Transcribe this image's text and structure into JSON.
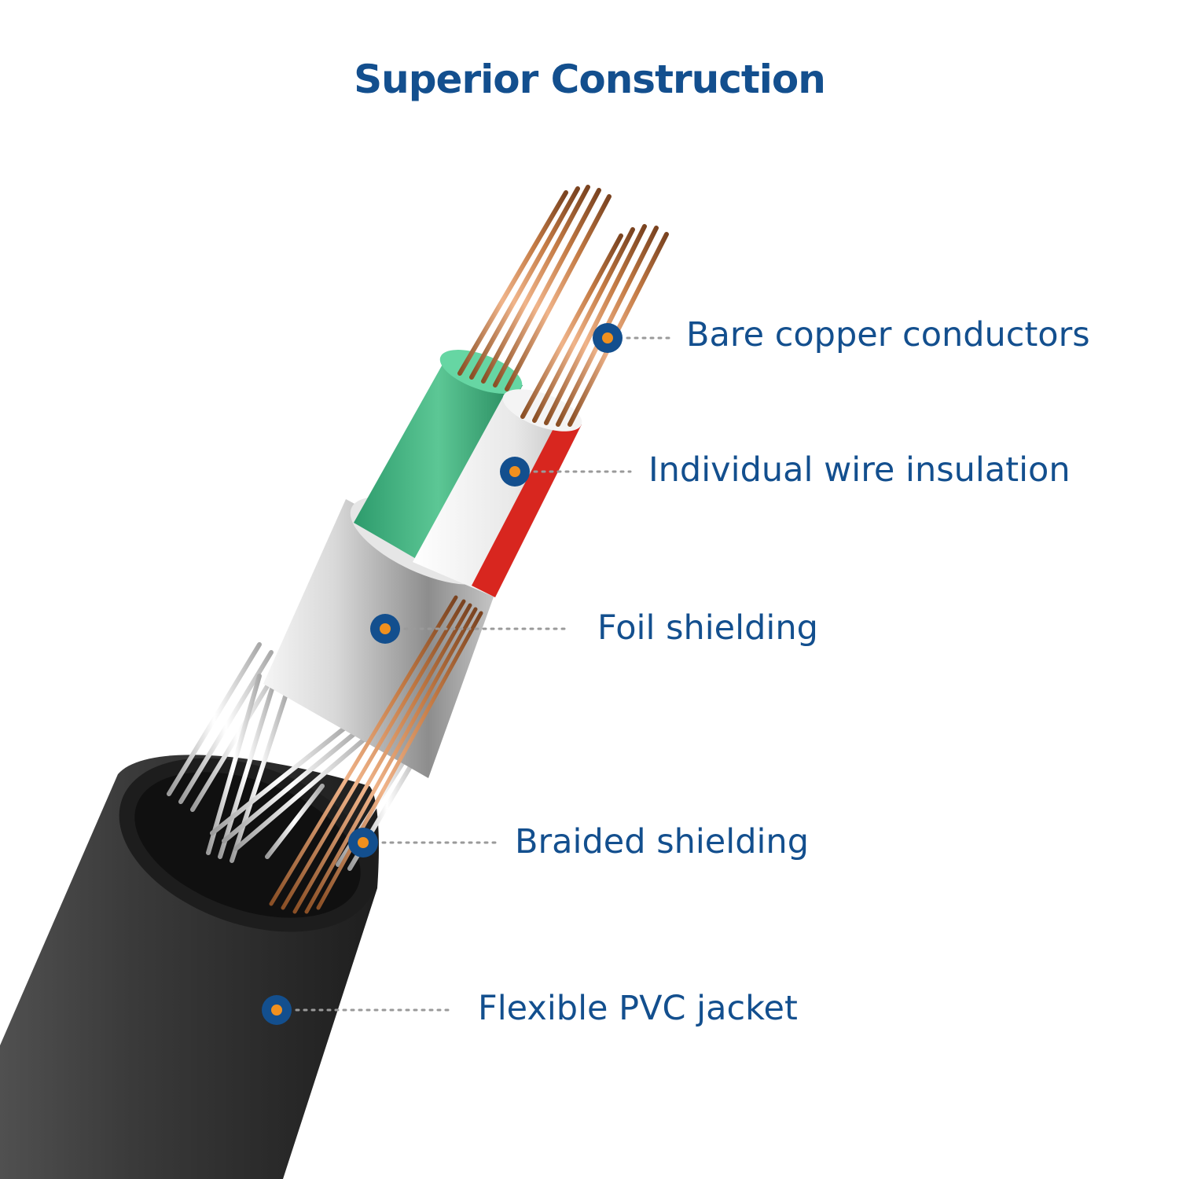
{
  "title": "Superior Construction",
  "callouts": [
    {
      "id": "conductors",
      "label": "Bare copper conductors"
    },
    {
      "id": "insulation",
      "label": "Individual wire insulation"
    },
    {
      "id": "foil",
      "label": "Foil shielding"
    },
    {
      "id": "braid",
      "label": "Braided shielding"
    },
    {
      "id": "jacket",
      "label": "Flexible PVC jacket"
    }
  ],
  "colors": {
    "title_text": "#134f8e",
    "marker_ring": "#134f8e",
    "marker_center": "#f0901e",
    "leader_line": "#9a9a9a",
    "jacket": "#2f2f2f",
    "foil": "#c9c9c9",
    "braid": "#d8d8d8",
    "copper": "#c98a55",
    "green_insulation": "#3aa77a",
    "white_insulation": "#eeeeee",
    "red_stripe": "#d8261f"
  }
}
